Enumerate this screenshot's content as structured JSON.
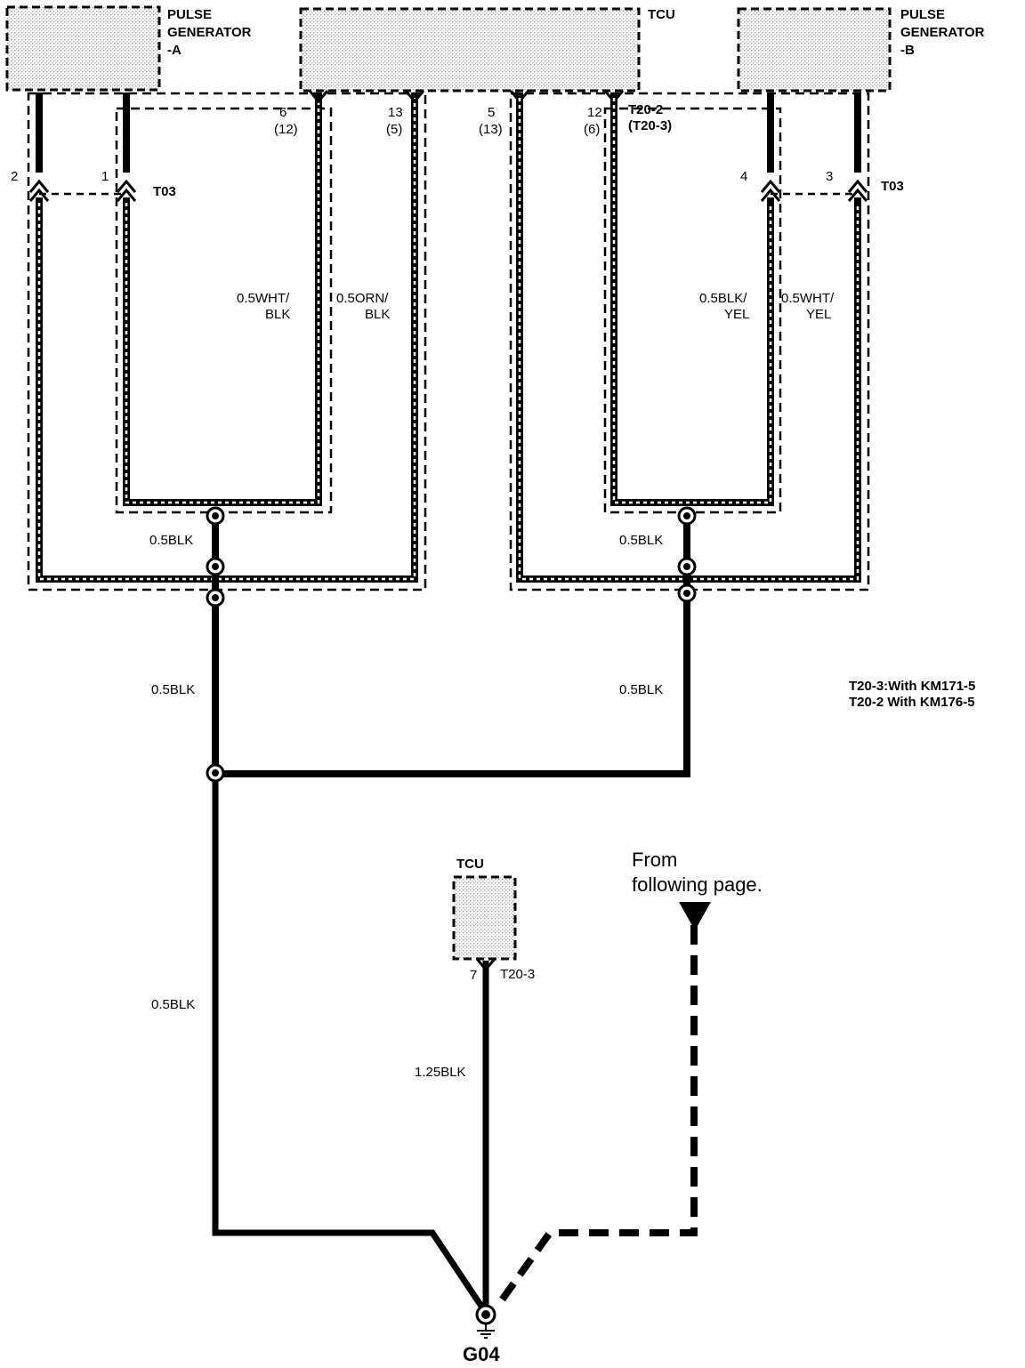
{
  "components": {
    "pulse_gen_a": [
      "PULSE",
      "GENERATOR",
      "-A"
    ],
    "tcu_top": "TCU",
    "pulse_gen_b": [
      "PULSE",
      "GENERATOR",
      "-B"
    ],
    "tcu_bottom": "TCU"
  },
  "connectors": {
    "t03_left": "T03",
    "t03_right": "T03",
    "t20_top": [
      "T20-2",
      "(T20-3)"
    ],
    "t20_bottom": "T20-3"
  },
  "pins": {
    "pg_a_pin2": "2",
    "pg_a_pin1": "1",
    "tcu_pin_6": [
      "6",
      "(12)"
    ],
    "tcu_pin_13": [
      "13",
      "(5)"
    ],
    "tcu_pin_5": [
      "5",
      "(13)"
    ],
    "tcu_pin_12": [
      "12",
      "(6)"
    ],
    "pg_b_pin4": "4",
    "pg_b_pin3": "3",
    "tcu_pin_7": "7"
  },
  "wires": {
    "white_black": [
      "0.5WHT/",
      "BLK"
    ],
    "orange_black": [
      "0.5ORN/",
      "BLK"
    ],
    "black_yellow": [
      "0.5BLK/",
      "YEL"
    ],
    "white_yellow": [
      "0.5WHT/",
      "YEL"
    ],
    "shield_left": "0.5BLK",
    "shield_right": "0.5BLK",
    "drop_left": "0.5BLK",
    "drop_right": "0.5BLK",
    "main_ground": "0.5BLK",
    "tcu_ground": "1.25BLK"
  },
  "notes": [
    "T20-3:With KM171-5",
    "T20-2 With KM176-5"
  ],
  "continuation": [
    "From",
    "following page."
  ],
  "ground": "G04"
}
